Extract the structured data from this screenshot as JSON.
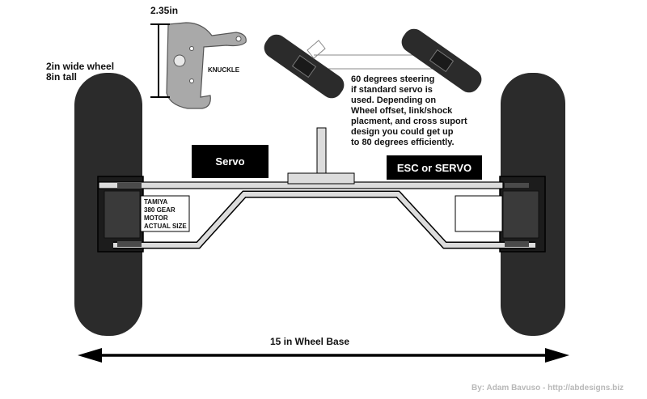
{
  "labels": {
    "wheel": [
      "2in wide wheel",
      "8in tall"
    ],
    "dimension": "2.35in",
    "knuckle": "KNUCKLE",
    "steering_note": [
      "60 degrees steering",
      "if standard servo is",
      "used. Depending on",
      "Wheel offset, link/shock",
      "placment, and cross suport",
      "design you could get up",
      "to 80 degrees efficiently."
    ],
    "servo": "Servo",
    "esc": "ESC or SERVO",
    "motor": [
      "TAMIYA",
      "380 GEAR",
      "MOTOR",
      "ACTUAL SIZE"
    ],
    "wheel_base": "15 in Wheel Base",
    "credit": "By: Adam Bavuso - http://abdesigns.biz"
  },
  "colors": {
    "tire": "#2b2b2b",
    "chassis": "#dcdcdc",
    "knuckle_metal": "#a9a9a9",
    "arrow": "#000000",
    "credit": "#b8b8b8"
  }
}
